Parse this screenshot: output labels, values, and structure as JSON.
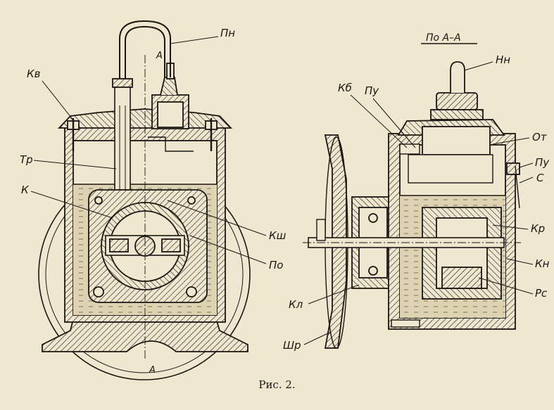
{
  "caption": "Рис. 2.",
  "section_title": "По А–А",
  "section_mark_top": "А",
  "section_mark_bottom": "А",
  "labels": {
    "pn": "Пн",
    "kv": "Кв",
    "tr": "Тр",
    "k": "К",
    "ksh": "Кш",
    "po": "По",
    "nn": "Нн",
    "kb": "Кб",
    "pu_left": "Пу",
    "ot": "От",
    "pu_right": "Пу",
    "s": "С",
    "kr": "Кр",
    "kn": "Кн",
    "rs": "Рс",
    "kl": "Кл",
    "shr": "Шр"
  },
  "colors": {
    "paper": "#efe7cf",
    "ink": "#1a1612",
    "oil": "#d7ccaa"
  }
}
